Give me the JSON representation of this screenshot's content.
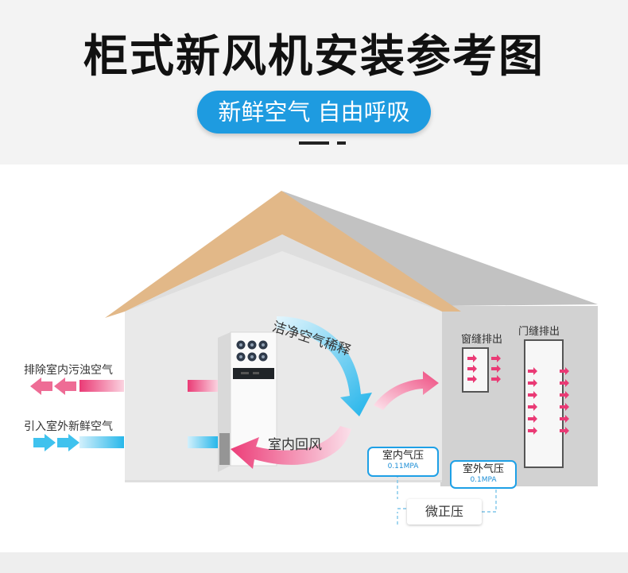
{
  "header": {
    "title": "柜式新风机安装参考图",
    "slogan": "新鲜空气 自由呼吸"
  },
  "labels": {
    "exhaust_out": "排除室内污浊空气",
    "fresh_in": "引入室外新鲜空气",
    "window_exhaust": "窗缝排出",
    "door_exhaust": "门缝排出",
    "clean_dilute": "洁净空气稀释",
    "indoor_return": "室内回风"
  },
  "pressure": {
    "indoor_label": "室内气压",
    "indoor_value": "0.11MPA",
    "outdoor_label": "室外气压",
    "outdoor_value": "0.1MPA",
    "micro_positive": "微正压"
  },
  "colors": {
    "accent_blue": "#1e9be0",
    "exhaust_pink": "#e8336f",
    "fresh_cyan": "#22b8ec",
    "roof_tan": "#e2b888"
  },
  "icons": [
    "exhaust-arrow-icon",
    "fresh-air-arrow-icon",
    "air-purifier-unit",
    "window-icon",
    "door-icon"
  ]
}
